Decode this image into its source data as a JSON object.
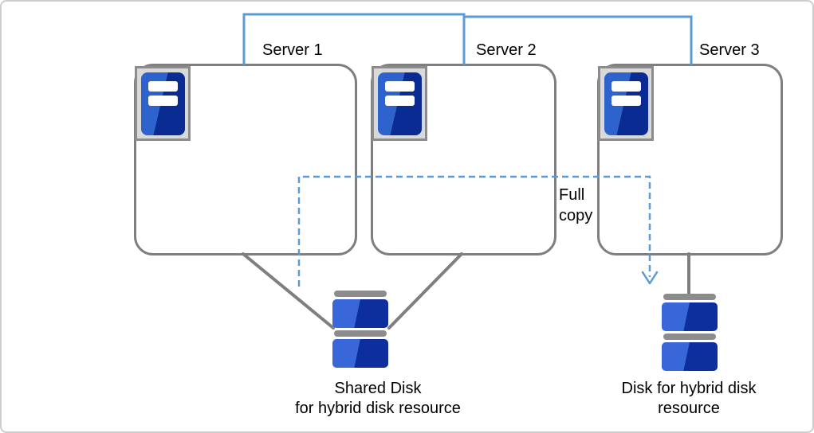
{
  "colors": {
    "line-blue": "#5B9BD5",
    "line-gray": "#7F7F7F",
    "icon-frame-border": "#8C8C8C",
    "icon-frame-fill": "#D9D9D9",
    "icon-blue-light": "#2E63CE",
    "icon-blue-dark": "#0A2C92",
    "disk-blue-light": "#3767D8",
    "disk-blue-dark": "#0D2F9E",
    "disk-gray": "#8C8C8C",
    "text": "#000000",
    "frame-border": "#CDCDCD"
  },
  "servers": [
    {
      "label": "Server 1"
    },
    {
      "label": "Server 2"
    },
    {
      "label": "Server 3"
    }
  ],
  "annotations": {
    "full_copy": "Full\ncopy"
  },
  "disks": {
    "shared": {
      "label": "Shared Disk\nfor hybrid disk resource"
    },
    "hybrid": {
      "label": "Disk for hybrid disk\nresource"
    }
  }
}
